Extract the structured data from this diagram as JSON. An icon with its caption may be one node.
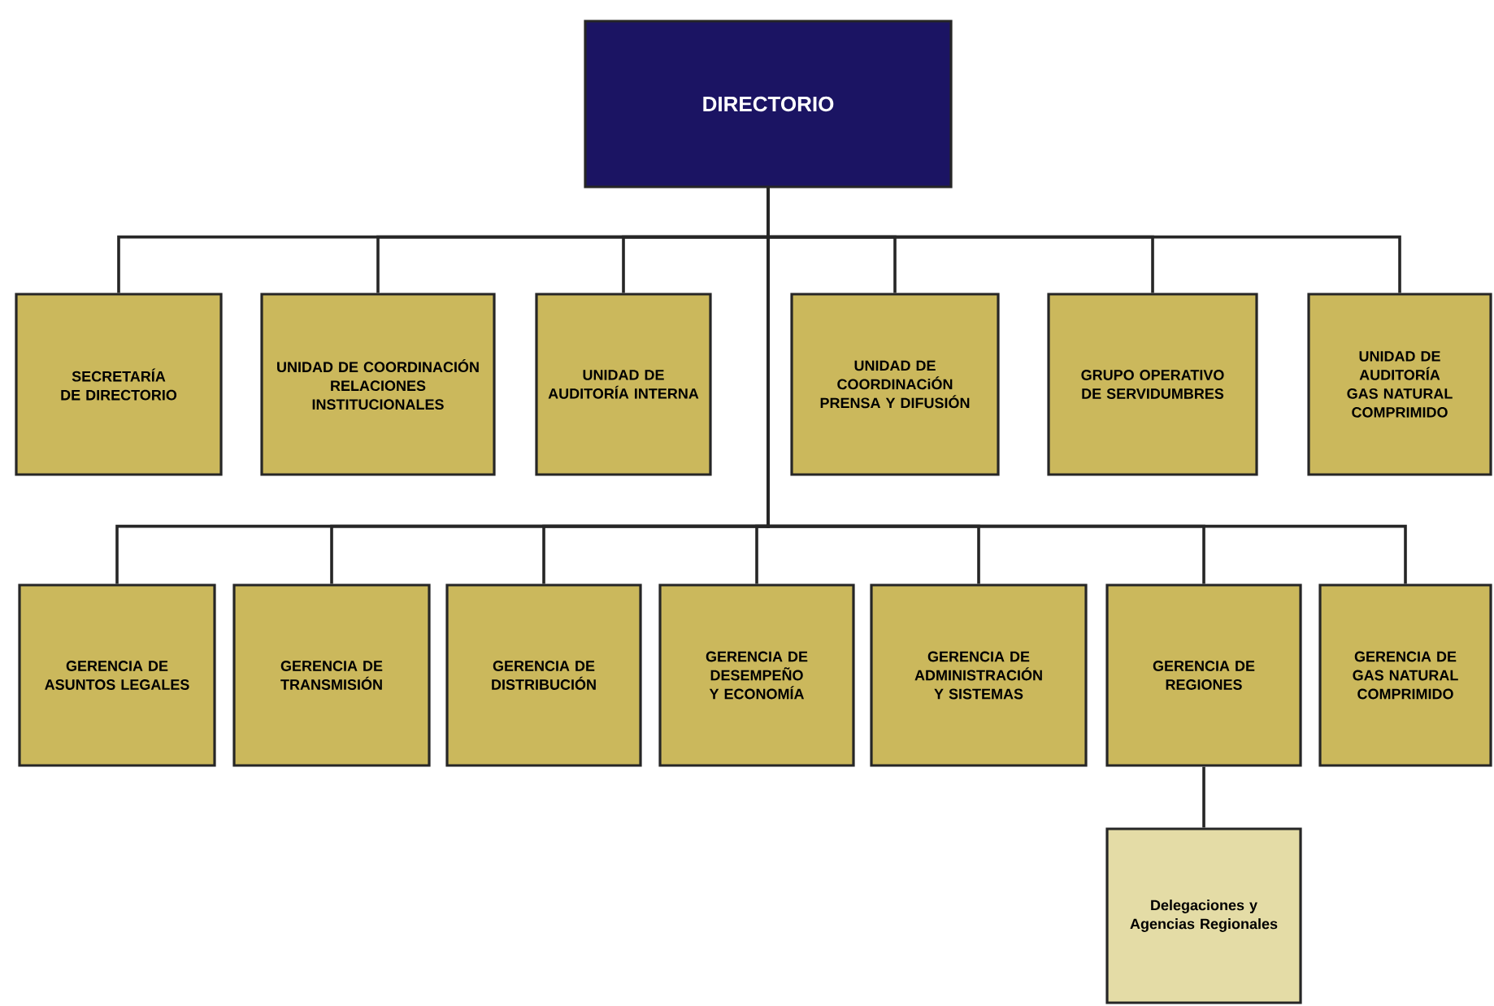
{
  "diagram": {
    "nodes": [
      {
        "text": [
          "DIRECTORIO"
        ]
      },
      {
        "text": [
          "SECRETARÍA DE DIRECTORIO"
        ]
      },
      {
        "text": [
          "UNIDAD DE COORDINACIÓN RELACIONES INSTITUCIONALES"
        ]
      },
      {
        "text": [
          "UNIDAD DE AUDITORÍA INTERNA"
        ]
      },
      {
        "text": [
          "UNIDAD DE COORDINACiÓN PRENSA Y DIFUSIÓN"
        ]
      },
      {
        "text": [
          "GRUPO OPERATIVO DE SERVIDUMBRES"
        ]
      },
      {
        "text": [
          "UNIDAD DE AUDITORÍA GAS NATURAL COMPRIMIDO"
        ]
      },
      {
        "text": [
          "GERENCIA DE ASUNTOS LEGALES"
        ]
      },
      {
        "text": [
          "GERENCIA DE TRANSMISIÓN"
        ]
      },
      {
        "text": [
          "GERENCIA DE DISTRIBUCIÓN"
        ]
      },
      {
        "text": [
          "GERENCIA DE DESEMPEÑO Y ECONOMÍA"
        ]
      },
      {
        "text": [
          "GERENCIA DE ADMINISTRACIÓN Y SISTEMAS"
        ]
      },
      {
        "text": [
          "GERENCIA DE REGIONES"
        ]
      },
      {
        "text": [
          "GERENCIA DE GAS NATURAL COMPRIMIDO"
        ]
      },
      {
        "text": [
          "Delegaciones y Agencias Regionales"
        ]
      }
    ],
    "edges": [
      {
        "from": 0,
        "to": 1,
        "arrow": "none"
      },
      {
        "from": 0,
        "to": 2,
        "arrow": "none"
      },
      {
        "from": 0,
        "to": 3,
        "arrow": "none"
      },
      {
        "from": 0,
        "to": 4,
        "arrow": "none"
      },
      {
        "from": 0,
        "to": 5,
        "arrow": "none"
      },
      {
        "from": 0,
        "to": 6,
        "arrow": "none"
      },
      {
        "from": 0,
        "to": 7,
        "arrow": "none"
      },
      {
        "from": 0,
        "to": 8,
        "arrow": "none"
      },
      {
        "from": 0,
        "to": 9,
        "arrow": "none"
      },
      {
        "from": 0,
        "to": 10,
        "arrow": "none"
      },
      {
        "from": 0,
        "to": 11,
        "arrow": "none"
      },
      {
        "from": 0,
        "to": 12,
        "arrow": "none"
      },
      {
        "from": 0,
        "to": 13,
        "arrow": "none"
      },
      {
        "from": 12,
        "to": 14,
        "arrow": "none"
      }
    ]
  }
}
